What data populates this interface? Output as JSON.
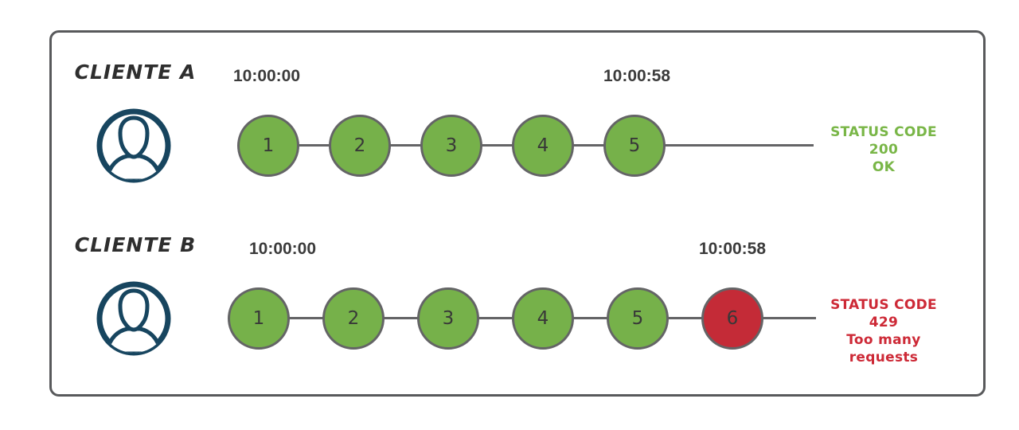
{
  "colors": {
    "green": "#76b14a",
    "red": "#c42b37",
    "navy": "#17455f",
    "line": "#646466",
    "box-border": "#58595b",
    "ink": "#3b3b3b",
    "status-green": "#79b647",
    "status-red": "#cd2936"
  },
  "clients": [
    {
      "name": "CLIENTE A",
      "avatar_icon": "user-icon",
      "start_time": "10:00:00",
      "end_time": "10:00:58",
      "requests": [
        {
          "label": "1",
          "state": "ok"
        },
        {
          "label": "2",
          "state": "ok"
        },
        {
          "label": "3",
          "state": "ok"
        },
        {
          "label": "4",
          "state": "ok"
        },
        {
          "label": "5",
          "state": "ok"
        }
      ],
      "status": {
        "code_line": "STATUS CODE 200",
        "message_line": "OK"
      }
    },
    {
      "name": "CLIENTE B",
      "avatar_icon": "user-icon",
      "start_time": "10:00:00",
      "end_time": "10:00:58",
      "requests": [
        {
          "label": "1",
          "state": "ok"
        },
        {
          "label": "2",
          "state": "ok"
        },
        {
          "label": "3",
          "state": "ok"
        },
        {
          "label": "4",
          "state": "ok"
        },
        {
          "label": "5",
          "state": "ok"
        },
        {
          "label": "6",
          "state": "limited"
        }
      ],
      "status": {
        "code_line": "STATUS CODE 429",
        "message_line": "Too many requests"
      }
    }
  ]
}
